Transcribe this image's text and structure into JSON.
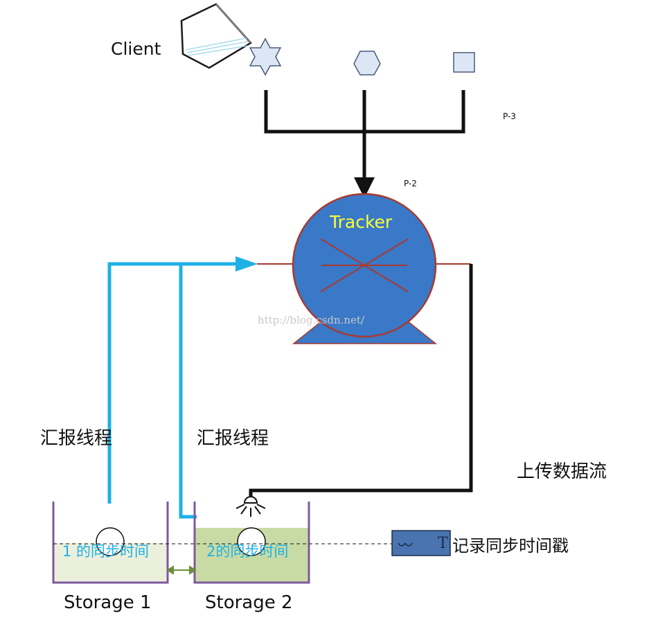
{
  "labels": {
    "client": "Client",
    "p3": "P-3",
    "p2": "P-2",
    "tracker": "Tracker",
    "watermark": "http://blog.csdn.net/",
    "report_thread_1": "汇报线程",
    "report_thread_2": "汇报线程",
    "upload_stream": "上传数据流",
    "sync_time_1": "1 的同步时间",
    "sync_time_2": "2的同步时间",
    "record_timestamp": "记录同步时间戳",
    "storage_1": "Storage 1",
    "storage_2": "Storage 2",
    "timestamp_glyph": "T"
  },
  "colors": {
    "tracker_fill": "#3a78c8",
    "tracker_stroke": "#a83a2e",
    "report_line": "#1fb0e6",
    "storage_wall": "#7c5a9c",
    "storage1_fill": "#ebf0dc",
    "storage2_fill": "#c9dba4",
    "shape_fill": "#dde6f5",
    "shape_stroke": "#4a5a7a",
    "timestamp_box": "#4a74b0",
    "link_arrow": "#6a8f3a"
  },
  "icons": {
    "laptop": "laptop-icon",
    "star": "star-icon",
    "hexagon": "hexagon-icon",
    "square": "square-icon",
    "lamp": "lamp-icon",
    "timestamp": "timestamp-box-icon"
  }
}
